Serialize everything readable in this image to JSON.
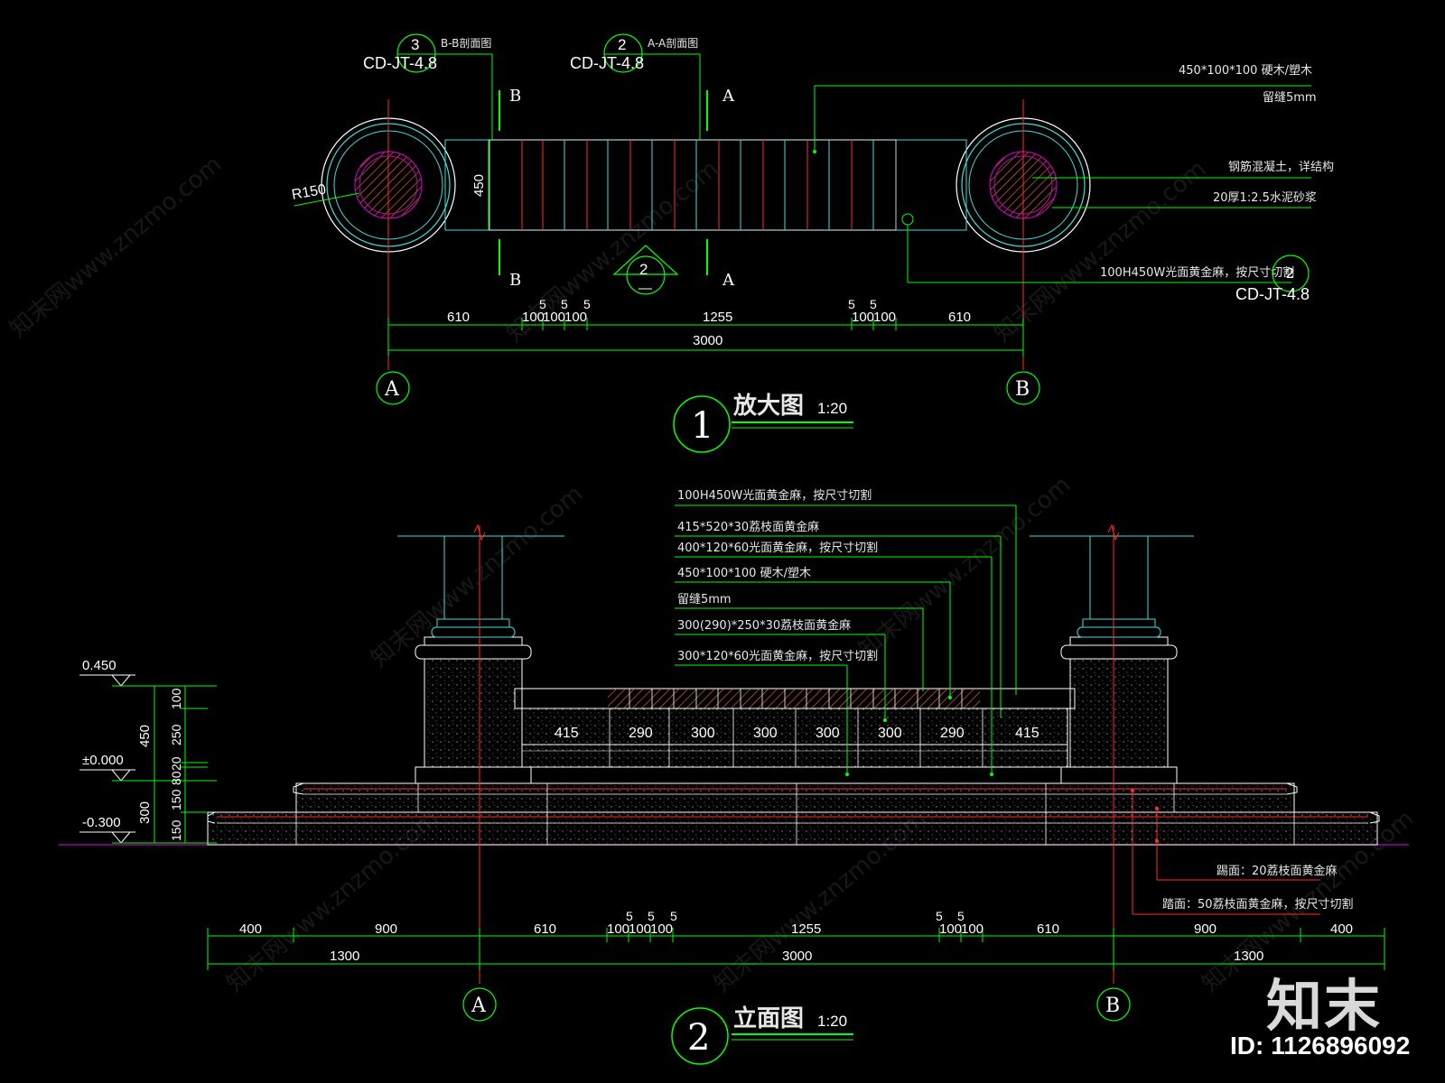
{
  "plan": {
    "title": "放大图",
    "scale": "1:20",
    "view_number": "1",
    "refs": [
      {
        "num": "3",
        "label": "B-B剖面图",
        "sheet": "CD-JT-4.8"
      },
      {
        "num": "2",
        "label": "A-A剖面图",
        "sheet": "CD-JT-4.8"
      }
    ],
    "section_marks": {
      "a": "A",
      "b": "B"
    },
    "radius": "R150",
    "width_dim": "450",
    "detail_mark": "2",
    "notes": [
      "450*100*100 硬木/塑木",
      "留缝5mm",
      "钢筋混凝土，详结构",
      "20厚1:2.5水泥砂浆",
      "100H450W光面黄金麻，按尺寸切割"
    ],
    "note_ref": {
      "num": "2",
      "sheet": "CD-JT-4.8"
    },
    "dims_row1": [
      "610",
      "100",
      "100",
      "100",
      "1255",
      "100",
      "100",
      "610"
    ],
    "dims_small": [
      "5",
      "5",
      "5",
      "5",
      "5"
    ],
    "dims_total": "3000",
    "axis_a": "A",
    "axis_b": "B"
  },
  "elevation": {
    "title": "立面图",
    "scale": "1:20",
    "view_number": "2",
    "notes": [
      "100H450W光面黄金麻，按尺寸切割",
      "415*520*30荔枝面黄金麻",
      "400*120*60光面黄金麻，按尺寸切割",
      "450*100*100 硬木/塑木",
      "留缝5mm",
      "300(290)*250*30荔枝面黄金麻",
      "300*120*60光面黄金麻，按尺寸切割"
    ],
    "panel_widths": [
      "415",
      "290",
      "300",
      "300",
      "300",
      "300",
      "290",
      "415"
    ],
    "levels": [
      "0.450",
      "±0.000",
      "-0.300"
    ],
    "vdims_outer": [
      "450",
      "300"
    ],
    "vdims_inner": [
      "100",
      "250",
      "20",
      "80",
      "150",
      "150"
    ],
    "right_notes": [
      "踢面：20荔枝面黄金麻",
      "踏面：50荔枝面黄金麻，按尺寸切割"
    ],
    "dims_row1": [
      "400",
      "900",
      "610",
      "100",
      "100",
      "100",
      "1255",
      "100",
      "100",
      "610",
      "900",
      "400"
    ],
    "dims_small": [
      "5",
      "5",
      "5",
      "5",
      "5"
    ],
    "dims_row2": [
      "1300",
      "3000",
      "1300"
    ],
    "axis_a": "A",
    "axis_b": "B"
  },
  "watermark": "知末网www.znzmo.com",
  "brand": {
    "logo": "知末",
    "id": "ID: 1126896092"
  },
  "colors": {
    "bg": "#000000",
    "green": "#00ff00",
    "red": "#ff2a2a",
    "cyan": "#3fdcdc",
    "white": "#ffffff",
    "magenta": "#c000c0"
  }
}
